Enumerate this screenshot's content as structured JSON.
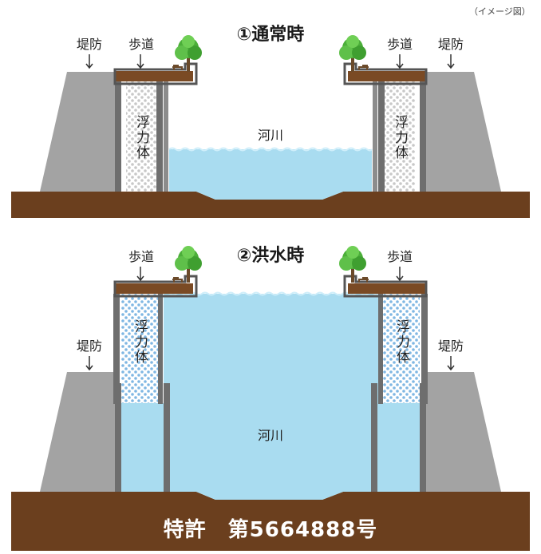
{
  "note": "（イメージ図）",
  "panels": [
    {
      "title": "①通常時",
      "labels": {
        "embankment": "堤防",
        "walkway": "歩道",
        "float": "浮力体",
        "river": "河川"
      }
    },
    {
      "title": "②洪水時",
      "labels": {
        "embankment": "堤防",
        "walkway": "歩道",
        "float": "浮力体",
        "river": "河川"
      }
    }
  ],
  "patent": "特許　第5664888号",
  "colors": {
    "ground": "#6b3f1e",
    "embankment": "#a3a3a3",
    "wall": "#6e6e6e",
    "deck": "#7a4a24",
    "water": "#a9dcf0",
    "tree": "#4caf3a"
  }
}
